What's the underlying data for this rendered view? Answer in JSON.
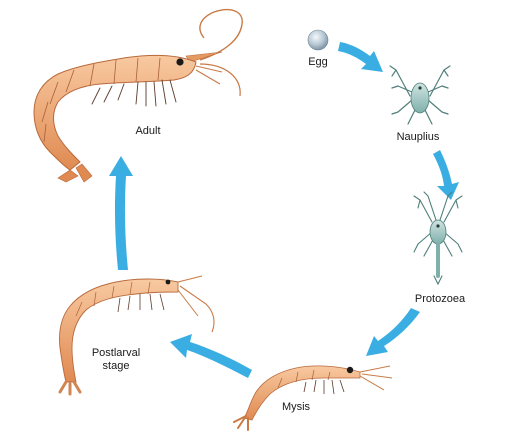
{
  "stages": {
    "egg": "Egg",
    "nauplius": "Nauplius",
    "protozoea": "Protozoea",
    "mysis": "Mysis",
    "postlarval_line1": "Postlarval",
    "postlarval_line2": "stage",
    "adult": "Adult"
  },
  "colors": {
    "arrow": "#3aaee2",
    "shrimp_body": "#f2a46f",
    "shrimp_dark": "#c96d3a",
    "larva_body": "#9fc8c4",
    "egg": "#b8c8d4"
  }
}
